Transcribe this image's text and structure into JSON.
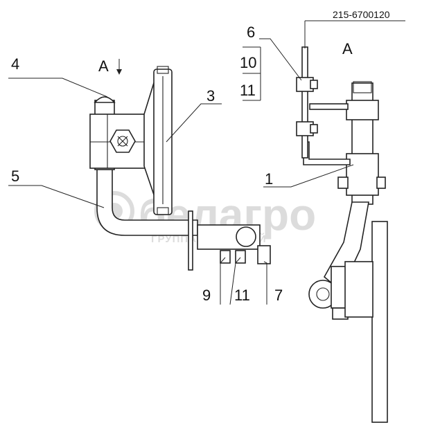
{
  "part_code": "215-6700120",
  "view": {
    "section_marker": "A",
    "view_title": "A"
  },
  "callouts": {
    "c1": "1",
    "c3": "3",
    "c4": "4",
    "c5": "5",
    "c6": "6",
    "c7": "7",
    "c9": "9",
    "c10": "10",
    "c11_top": "11",
    "c11_bottom": "11"
  },
  "watermark": {
    "brand": "белагро",
    "subtitle": "ГРУППА КОМПАНИЙ",
    "color": "#d9d9d9"
  },
  "colors": {
    "line": "#222222",
    "background": "#ffffff"
  }
}
